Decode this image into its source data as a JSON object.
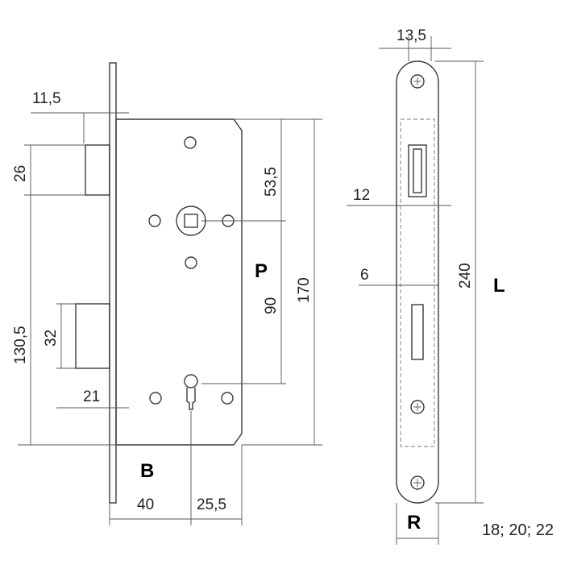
{
  "labels": {
    "backset_letter": "B",
    "pitch_letter": "P",
    "length_letter": "L",
    "radius_letter": "R",
    "faceplate_widths": "18; 20; 22"
  },
  "dimensions": {
    "faceplate_thickness": "11,5",
    "latch_height": "26",
    "latch_to_bottom": "130,5",
    "bolt_height": "32",
    "bolt_projection": "21",
    "spindle_offset": "53,5",
    "pitch": "90",
    "case_height": "170",
    "backset": "40",
    "keyhole_to_edge": "25,5",
    "faceplate_width": "13,5",
    "latch_width": "12",
    "bolt_width": "6",
    "faceplate_length": "240"
  }
}
